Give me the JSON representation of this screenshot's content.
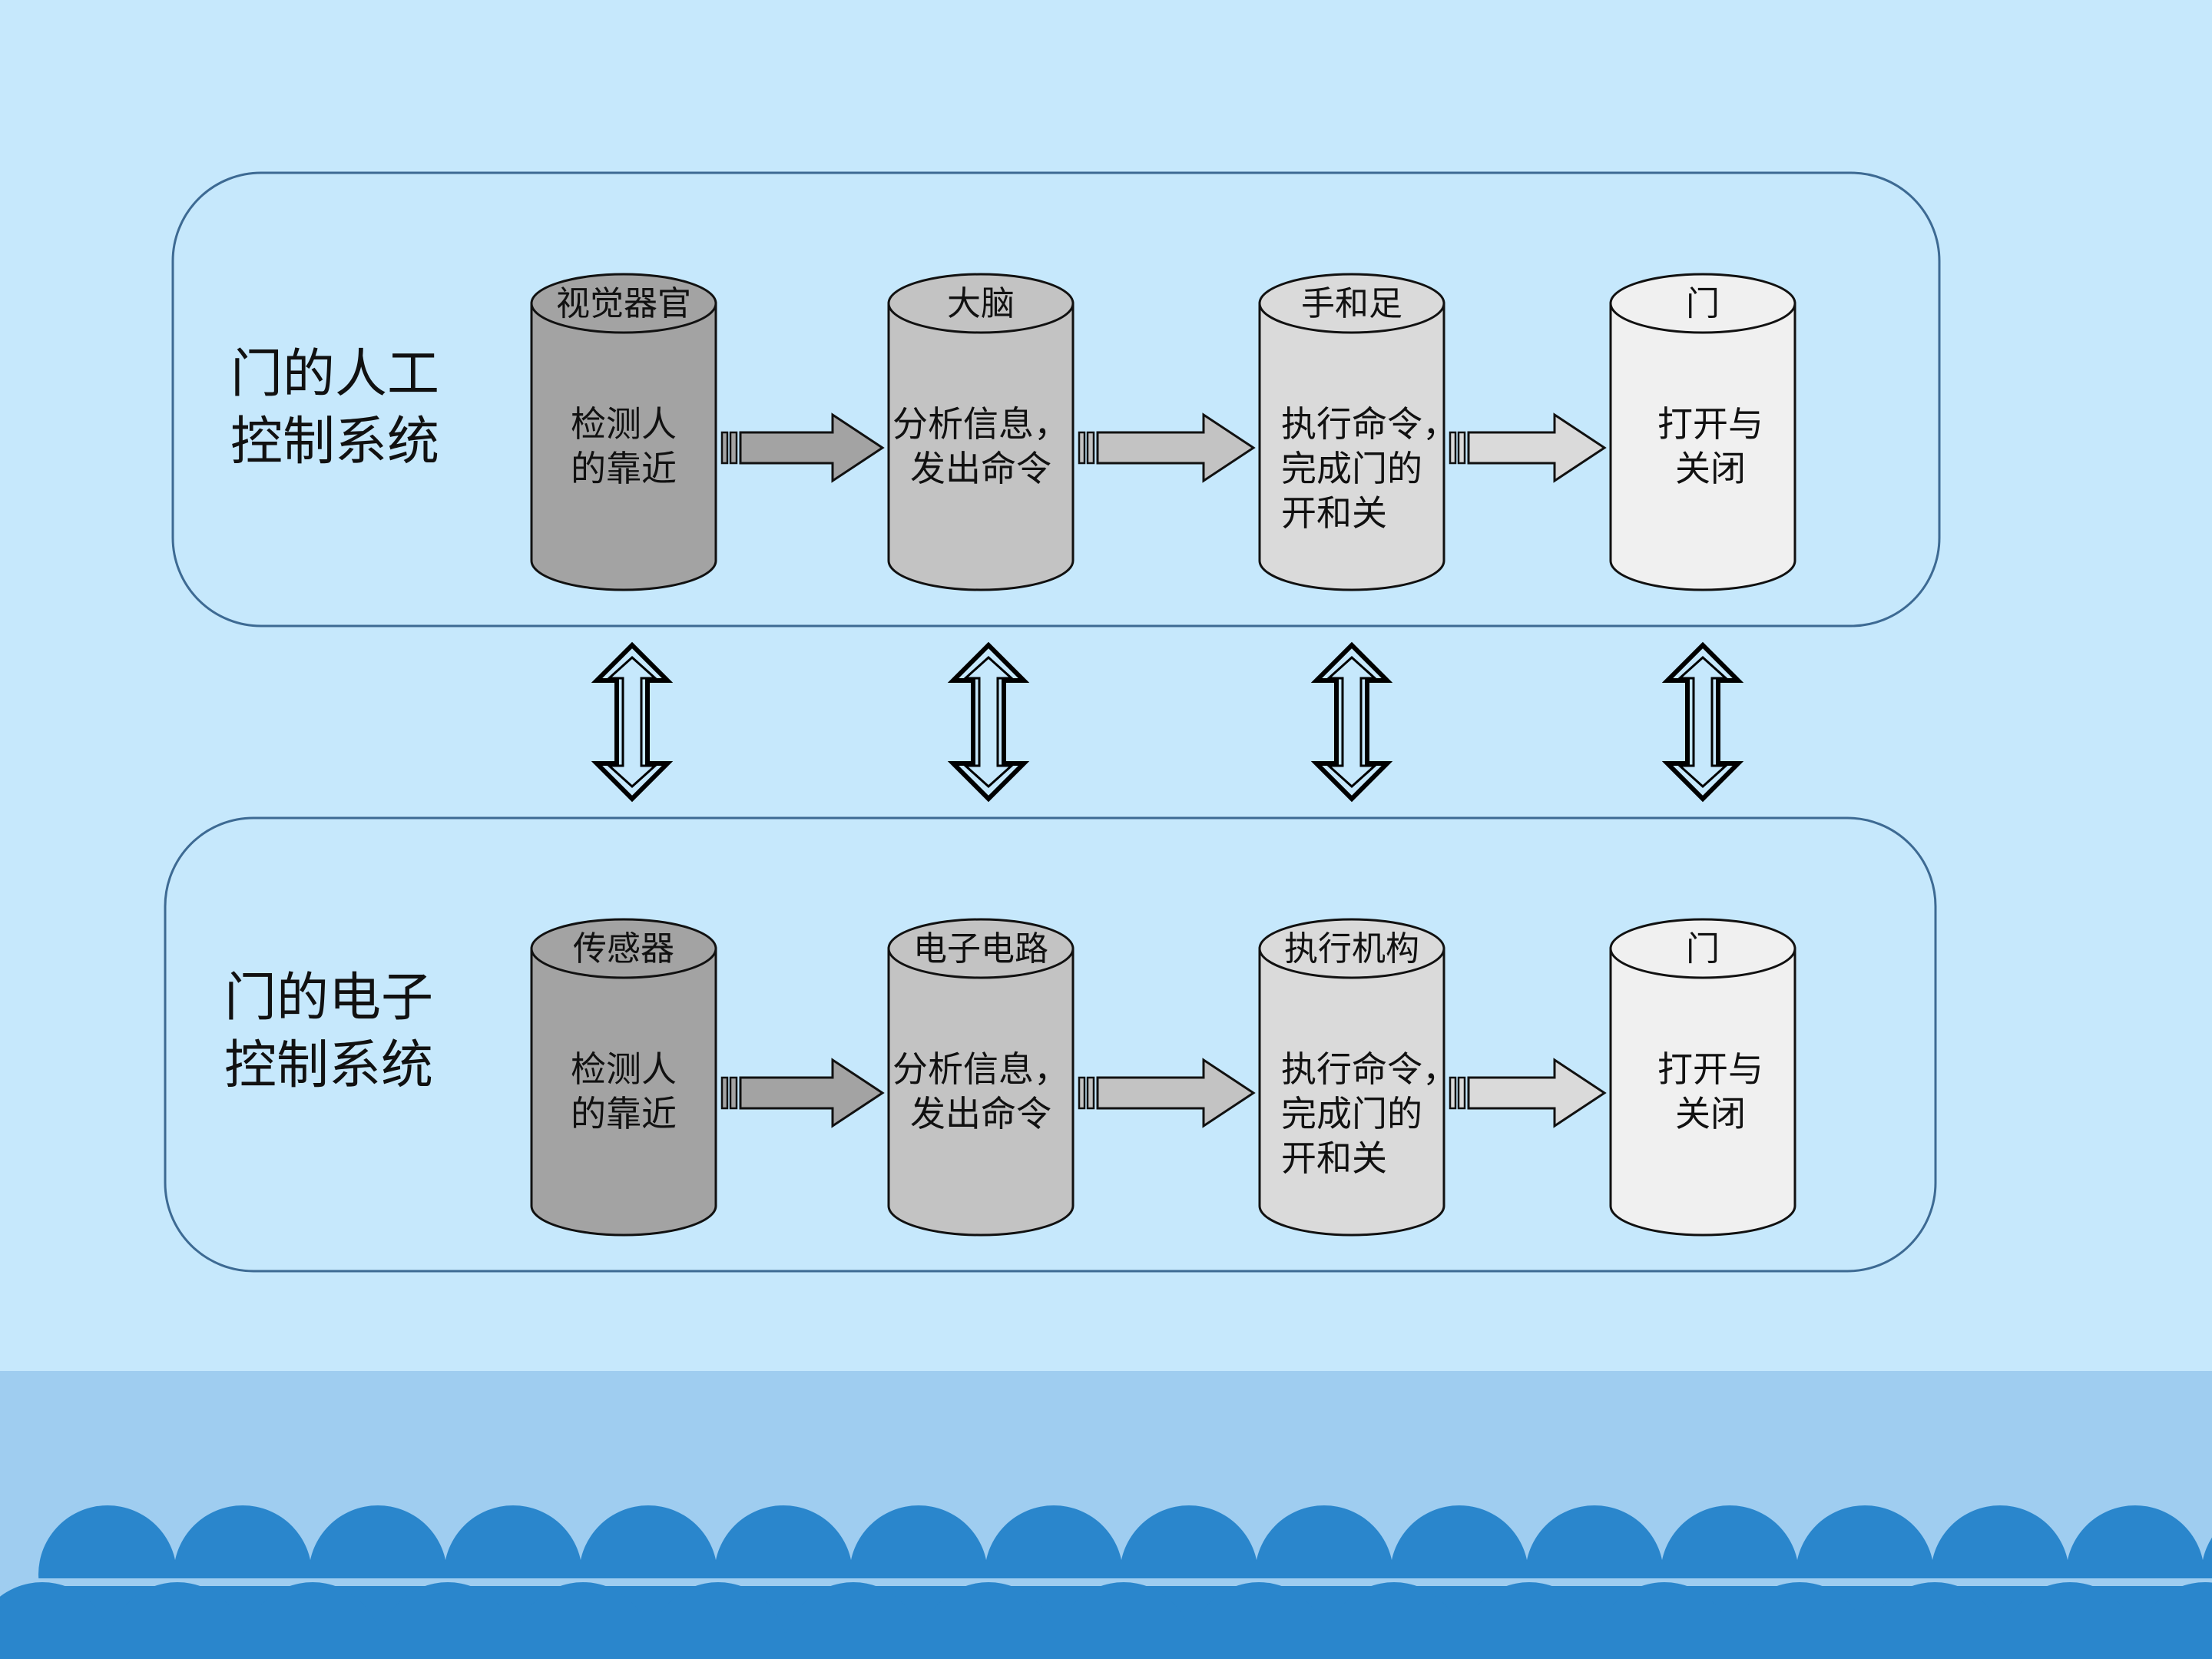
{
  "colors": {
    "background": "#c6e8fc",
    "panel_border": "#3d6a93",
    "footer_band": "#9fcdf0",
    "wave_light": "#9fcdf0",
    "wave_dark": "#2a86cc",
    "stage_1": "#a3a3a3",
    "stage_2": "#c3c3c3",
    "stage_3": "#dadada",
    "stage_4": "#f0f0f0",
    "arrow_fill_1": "#a3a3a3",
    "arrow_fill_2": "#c3c3c3",
    "arrow_fill_3": "#dadada"
  },
  "rows": [
    {
      "system_label": [
        "门的人工",
        "控制系统"
      ],
      "stages": [
        {
          "header": "视觉器官",
          "body": [
            "检测人",
            "的靠近"
          ]
        },
        {
          "header": "大脑",
          "body": [
            "分析信息，",
            "发出命令"
          ]
        },
        {
          "header": "手和足",
          "body": [
            "执行命令，",
            "完成门的",
            "开和关"
          ]
        },
        {
          "header": "门",
          "body": [
            "打开与",
            "关闭"
          ]
        }
      ]
    },
    {
      "system_label": [
        "门的电子",
        "控制系统"
      ],
      "stages": [
        {
          "header": "传感器",
          "body": [
            "检测人",
            "的靠近"
          ]
        },
        {
          "header": "电子电路",
          "body": [
            "分析信息，",
            "发出命令"
          ]
        },
        {
          "header": "执行机构",
          "body": [
            "执行命令，",
            "完成门的",
            "开和关"
          ]
        },
        {
          "header": "门",
          "body": [
            "打开与",
            "关闭"
          ]
        }
      ]
    }
  ]
}
